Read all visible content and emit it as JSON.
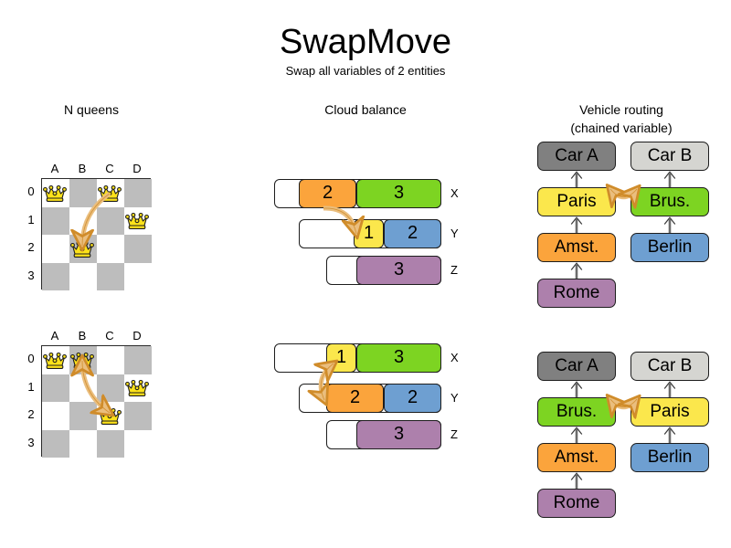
{
  "header": {
    "title": "SwapMove",
    "subtitle": "Swap all variables of 2 entities"
  },
  "columns": {
    "nqueens": "N queens",
    "cloud": "Cloud balance",
    "vrp_line1": "Vehicle routing",
    "vrp_line2": "(chained variable)"
  },
  "colors": {
    "orange": "#FBA43C",
    "green": "#7DD422",
    "yellow": "#FBE74C",
    "blue": "#6E9FD1",
    "purple": "#AD80AC",
    "grey_dark": "#808080",
    "grey_light": "#D5D5D1",
    "board_dark": "#BDBDBD",
    "board_light": "#FFFFFF",
    "arrow_fill": "#EABE7E",
    "arrow_stroke": "#D08C2A",
    "queen_fill": "#FDE21A",
    "outline": "#1D1D1D"
  },
  "nqueens": {
    "files": [
      "A",
      "B",
      "C",
      "D"
    ],
    "ranks": [
      "0",
      "1",
      "2",
      "3"
    ],
    "before": {
      "queens": [
        {
          "file": 0,
          "rank": 0
        },
        {
          "file": 2,
          "rank": 0
        },
        {
          "file": 3,
          "rank": 1
        },
        {
          "file": 1,
          "rank": 2
        }
      ],
      "arrow": {
        "from_file": 2,
        "from_rank": 0,
        "to_file": 1,
        "to_rank": 2,
        "double": false
      }
    },
    "after": {
      "queens": [
        {
          "file": 0,
          "rank": 0
        },
        {
          "file": 1,
          "rank": 0
        },
        {
          "file": 3,
          "rank": 1
        },
        {
          "file": 2,
          "rank": 2
        }
      ],
      "arrow": {
        "from_file": 1,
        "from_rank": 0,
        "to_file": 2,
        "to_rank": 2,
        "double": true
      }
    }
  },
  "cloud_balance": {
    "before": {
      "rows": [
        {
          "label": "X",
          "segments": [
            {
              "value": "2",
              "color": "#FBA43C",
              "width": 63
            },
            {
              "value": "3",
              "color": "#7DD422",
              "width": 93
            }
          ],
          "empty_width": 27
        },
        {
          "label": "Y",
          "segments": [
            {
              "value": "1",
              "color": "#FBE74C",
              "width": 33
            },
            {
              "value": "2",
              "color": "#6E9FD1",
              "width": 63
            }
          ],
          "empty_width": 60
        },
        {
          "label": "Z",
          "segments": [
            {
              "value": "3",
              "color": "#AD80AC",
              "width": 93
            }
          ],
          "empty_width": 33
        }
      ]
    },
    "after": {
      "rows": [
        {
          "label": "X",
          "segments": [
            {
              "value": "1",
              "color": "#FBE74C",
              "width": 33
            },
            {
              "value": "3",
              "color": "#7DD422",
              "width": 93
            }
          ],
          "empty_width": 57
        },
        {
          "label": "Y",
          "segments": [
            {
              "value": "2",
              "color": "#FBA43C",
              "width": 63
            },
            {
              "value": "2",
              "color": "#6E9FD1",
              "width": 63
            }
          ],
          "empty_width": 30
        },
        {
          "label": "Z",
          "segments": [
            {
              "value": "3",
              "color": "#AD80AC",
              "width": 93
            }
          ],
          "empty_width": 33
        }
      ]
    }
  },
  "vehicle_routing": {
    "before": {
      "left_chain": [
        {
          "label": "Car A",
          "color": "#808080"
        },
        {
          "label": "Paris",
          "color": "#FBE74C"
        },
        {
          "label": "Amst.",
          "color": "#FBA43C"
        },
        {
          "label": "Rome",
          "color": "#AD80AC"
        }
      ],
      "right_chain": [
        {
          "label": "Car B",
          "color": "#D5D5D1"
        },
        {
          "label": "Brus.",
          "color": "#7DD422"
        },
        {
          "label": "Berlin",
          "color": "#6E9FD1"
        }
      ]
    },
    "after": {
      "left_chain": [
        {
          "label": "Car A",
          "color": "#808080"
        },
        {
          "label": "Brus.",
          "color": "#7DD422"
        },
        {
          "label": "Amst.",
          "color": "#FBA43C"
        },
        {
          "label": "Rome",
          "color": "#AD80AC"
        }
      ],
      "right_chain": [
        {
          "label": "Car B",
          "color": "#D5D5D1"
        },
        {
          "label": "Paris",
          "color": "#FBE74C"
        },
        {
          "label": "Berlin",
          "color": "#6E9FD1"
        }
      ]
    }
  }
}
